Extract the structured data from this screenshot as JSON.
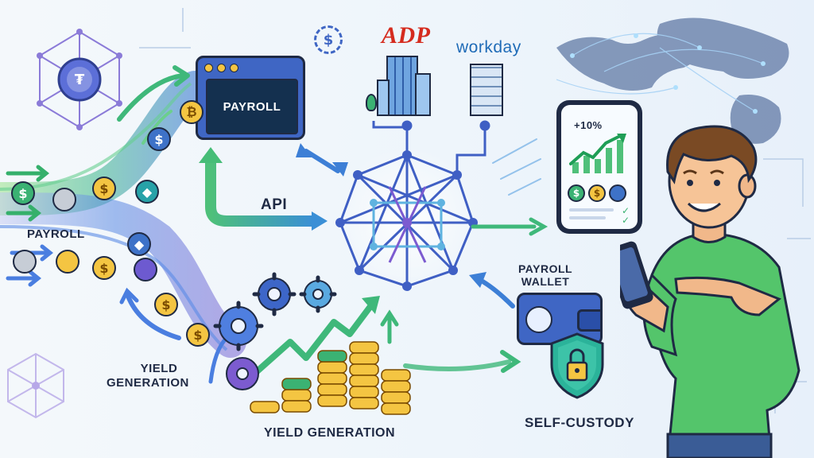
{
  "labels": {
    "payroll_screen": "PAYROLL",
    "payroll_left": "PAYROLL",
    "api": "API",
    "yield_left_line1": "YIELD",
    "yield_left_line2": "GENERATION",
    "yield_bottom": "YIELD GENERATION",
    "wallet_line1": "PAYROLL",
    "wallet_line2": "WALLET",
    "self_custody": "SELF-CUSTODY",
    "adp_logo": "ADP",
    "workday_logo": "workday",
    "phone_stat": "+10%"
  },
  "icons": {
    "dollar": "$",
    "ethereum": "◆",
    "tether": "₮"
  },
  "colors": {
    "accent_green": "#35b06b",
    "accent_blue": "#3d6fd6",
    "accent_purple": "#6d5ad0",
    "gold": "#f4c542",
    "navy": "#1f2a44",
    "adp_red": "#d52b1e",
    "workday_blue": "#1f6bb7"
  }
}
